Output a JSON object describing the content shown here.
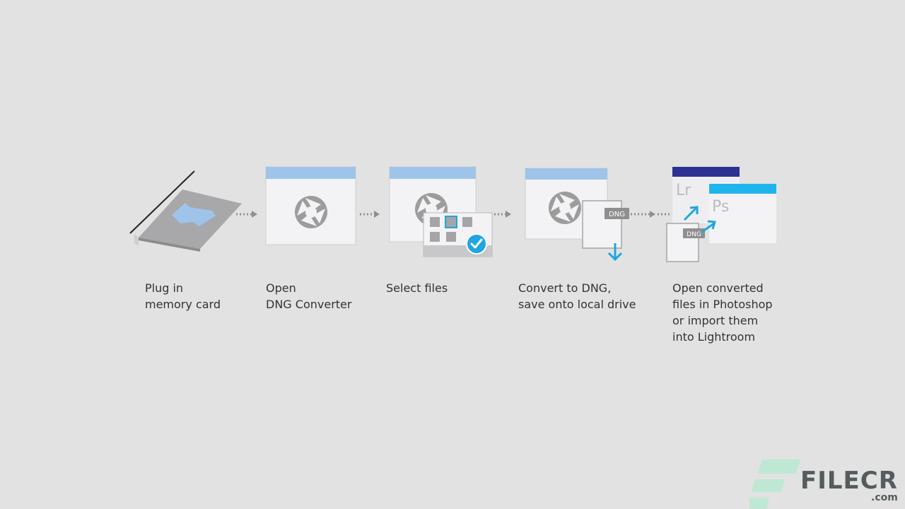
{
  "steps": [
    {
      "id": "plug-in",
      "label": "Plug in\nmemory card"
    },
    {
      "id": "open-converter",
      "label": "Open\nDNG Converter"
    },
    {
      "id": "select-files",
      "label": "Select files"
    },
    {
      "id": "convert",
      "label": "Convert to DNG,\nsave onto local drive"
    },
    {
      "id": "open-in-apps",
      "label": "Open converted\nfiles in Photoshop\nor import them\ninto Lightroom"
    }
  ],
  "badges": {
    "dng": "DNG",
    "dng_small": "DNG",
    "lr": "Lr",
    "ps": "Ps"
  },
  "watermark": {
    "brand": "FILECR",
    "domain": ".com"
  },
  "colors": {
    "background": "#e2e2e2",
    "window_header": "#9fc4e9",
    "window_body": "#f3f3f5",
    "accent_blue": "#1ea6e0",
    "lightroom_bar": "#2e3192",
    "photoshop_bar": "#20b4ec",
    "card": "#a8a8aa",
    "connector": "#8f8f8f",
    "watermark_green": "#bfe8d4"
  },
  "icons": [
    "memory-card-icon",
    "aperture-icon",
    "file-grid-icon",
    "checkmark-icon",
    "down-arrow-icon",
    "lightroom-icon",
    "photoshop-icon",
    "dng-file-icon"
  ]
}
